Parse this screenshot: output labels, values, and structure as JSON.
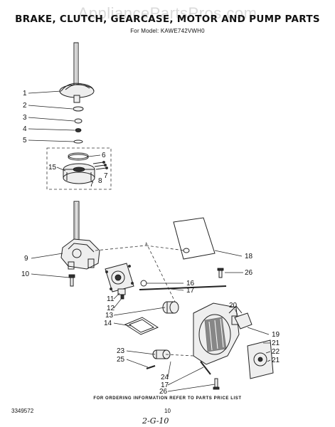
{
  "watermark": "AppliancePartsPros.com",
  "title": "BRAKE, CLUTCH, GEARCASE, MOTOR AND PUMP PARTS",
  "model_line": "For Model: KAWE742VWH0",
  "footer_note": "FOR ORDERING INFORMATION REFER TO PARTS PRICE LIST",
  "doc_number": "3349572",
  "page_number": "10",
  "handwritten_note": "2-G-10",
  "callouts": {
    "c1": "1",
    "c2": "2",
    "c3": "3",
    "c4": "4",
    "c5": "5",
    "c6": "6",
    "c7a": "7",
    "c7b": "7",
    "c8": "8",
    "c9": "9",
    "c10": "10",
    "c11": "11",
    "c12": "12",
    "c13": "13",
    "c14": "14",
    "c15": "15",
    "c16": "16",
    "c17a": "17",
    "c17b": "17",
    "c18": "18",
    "c19": "19",
    "c20": "20",
    "c21a": "21",
    "c21b": "21",
    "c22": "22",
    "c23": "23",
    "c24": "24",
    "c25": "25",
    "c26a": "26",
    "c26b": "26"
  }
}
